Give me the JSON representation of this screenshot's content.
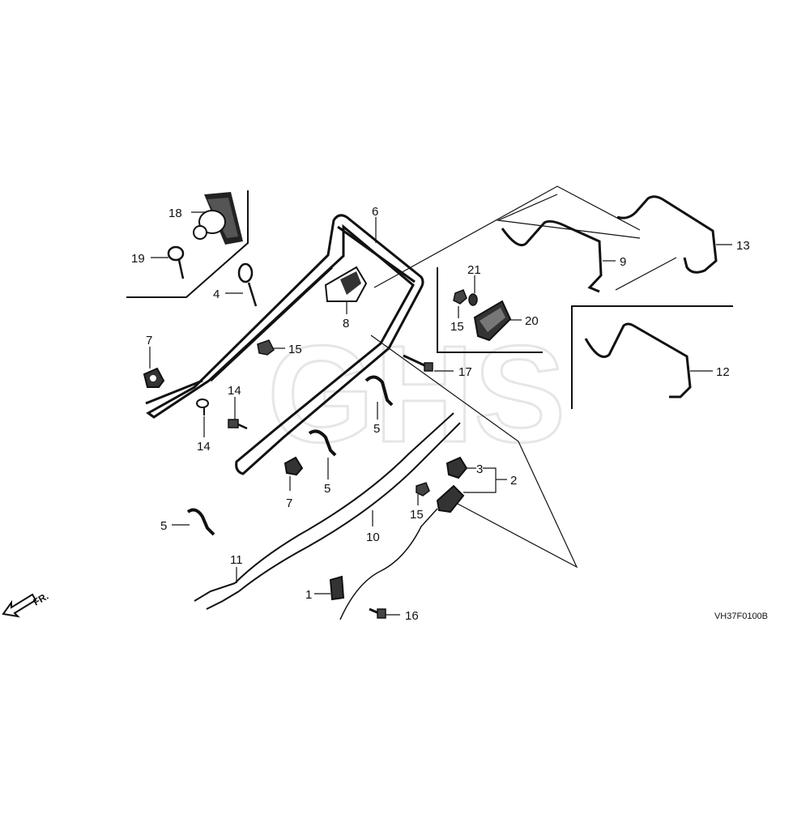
{
  "diagram": {
    "watermark": "GHS",
    "code": "VH37F0100B",
    "direction": "FR.",
    "callouts": [
      {
        "id": "c18",
        "text": "18"
      },
      {
        "id": "c19",
        "text": "19"
      },
      {
        "id": "c6",
        "text": "6"
      },
      {
        "id": "c4",
        "text": "4"
      },
      {
        "id": "c8",
        "text": "8"
      },
      {
        "id": "c7a",
        "text": "7"
      },
      {
        "id": "c15a",
        "text": "15"
      },
      {
        "id": "c14a",
        "text": "14"
      },
      {
        "id": "c14b",
        "text": "14"
      },
      {
        "id": "c21",
        "text": "21"
      },
      {
        "id": "c15b",
        "text": "15"
      },
      {
        "id": "c20",
        "text": "20"
      },
      {
        "id": "c17",
        "text": "17"
      },
      {
        "id": "c9",
        "text": "9"
      },
      {
        "id": "c13",
        "text": "13"
      },
      {
        "id": "c12",
        "text": "12"
      },
      {
        "id": "c5a",
        "text": "5"
      },
      {
        "id": "c5b",
        "text": "5"
      },
      {
        "id": "c7b",
        "text": "7"
      },
      {
        "id": "c3",
        "text": "3"
      },
      {
        "id": "c2",
        "text": "2"
      },
      {
        "id": "c15c",
        "text": "15"
      },
      {
        "id": "c5c",
        "text": "5"
      },
      {
        "id": "c10",
        "text": "10"
      },
      {
        "id": "c11",
        "text": "11"
      },
      {
        "id": "c1",
        "text": "1"
      },
      {
        "id": "c16",
        "text": "16"
      }
    ]
  }
}
